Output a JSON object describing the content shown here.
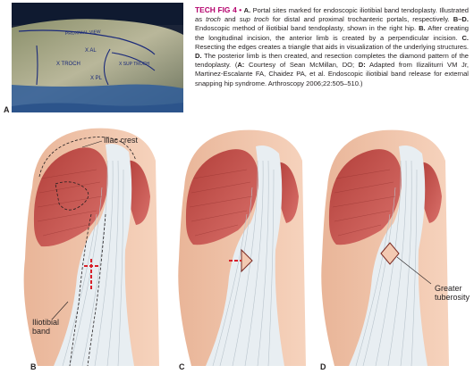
{
  "figure": {
    "label": "TECH FIG 4",
    "bullet": "•",
    "caption": {
      "a_letter": "A.",
      "a_text": " Portal sites marked for endoscopic iliotibial band tendoplasty. Illustrated as ",
      "troch": "troch",
      "and_text": " and ",
      "sup_troch": "sup troch",
      "a_text2": " for distal and proximal trochanteric portals, respectively. ",
      "bd_letter": "B–D.",
      "bd_text": " Endoscopic method of iliotibial band tendoplasty, shown in the right hip. ",
      "b_letter": "B.",
      "b_text": " After creating the longitudinal incision, the anterior limb is created by a perpendicular incision. ",
      "c_letter": "C.",
      "c_text": " Resecting the edges creates a triangle that aids in visualization of the underlying structures. ",
      "d_letter": "D.",
      "d_text": " The posterior limb is then created, and resection completes the diamond pattern of the tendoplasty. (",
      "credit_a": "A:",
      "credit_a_text": " Courtesy of Sean McMillan, DO; ",
      "credit_d": "D:",
      "credit_d_text": " Adapted from Ilizaliturri VM Jr, Martinez-Escalante FA, Chaidez PA, et al. Endoscopic iliotibial band release for external snapping hip syndrome. Arthroscopy 2006;22:505–510.)"
    }
  },
  "photo": {
    "marks": {
      "line1": "PROXIMAL VIEW",
      "xal": "X AL",
      "xtroch": "X TROCH",
      "xsup": "X SUP TROCH",
      "xpl": "X PL"
    }
  },
  "panels": {
    "a": "A",
    "b": "B",
    "c": "C",
    "d": "D"
  },
  "callouts": {
    "iliac_crest": "Iliac crest",
    "iliotibial_band_1": "Iliotibial",
    "iliotibial_band_2": "band",
    "greater_tuberosity_1": "Greater",
    "greater_tuberosity_2": "tuberosity"
  },
  "colors": {
    "figure_label": "#b4006c",
    "muscle": "#c8544d",
    "skin": "#f2c6a8",
    "tendon": "#eef2f4",
    "incision": "#d8202a"
  }
}
